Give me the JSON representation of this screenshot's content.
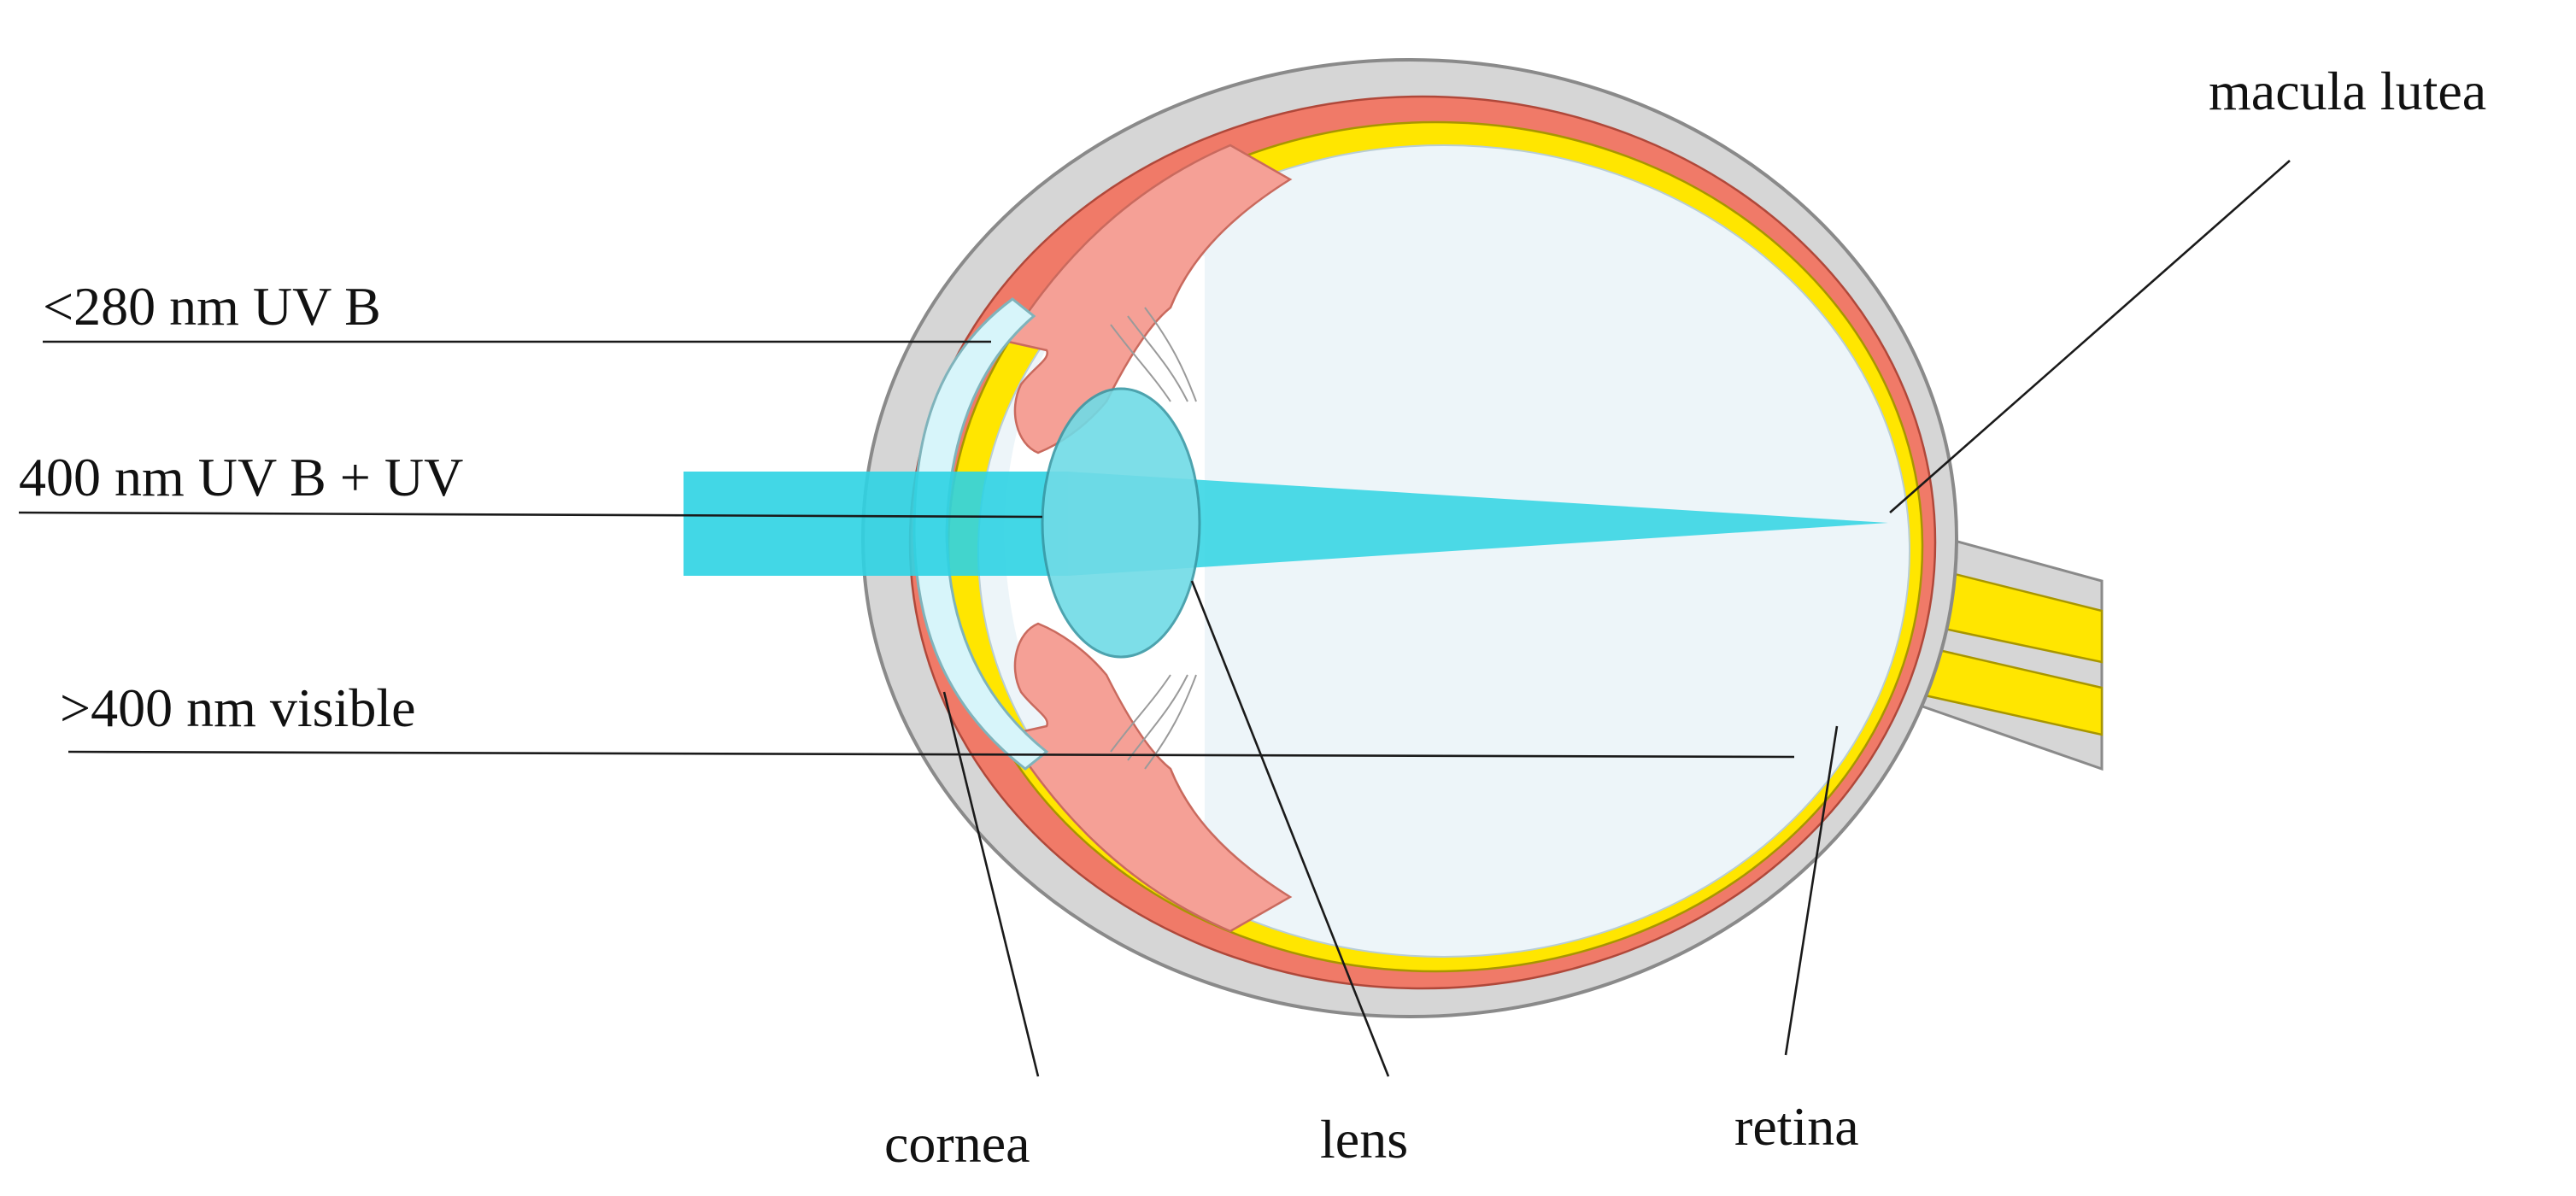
{
  "labels": {
    "uvb_280": "<280 nm UV B",
    "uvb_400": "400 nm UV B + UV",
    "visible": ">400 nm visible",
    "macula": "macula lutea",
    "cornea": "cornea",
    "lens": "lens",
    "retina": "retina"
  },
  "colors": {
    "sclera": "#d6d6d6",
    "sclera_outline": "#8a8a8a",
    "choroid": "#f07a68",
    "retina": "#ffe600",
    "retina_outline": "#a89600",
    "vitreous": "#edf5f9",
    "ciliary": "#f5a096",
    "cornea": "#d7f5fa",
    "lens": "#70dbe6",
    "light_beam": "#2ed3e3"
  }
}
